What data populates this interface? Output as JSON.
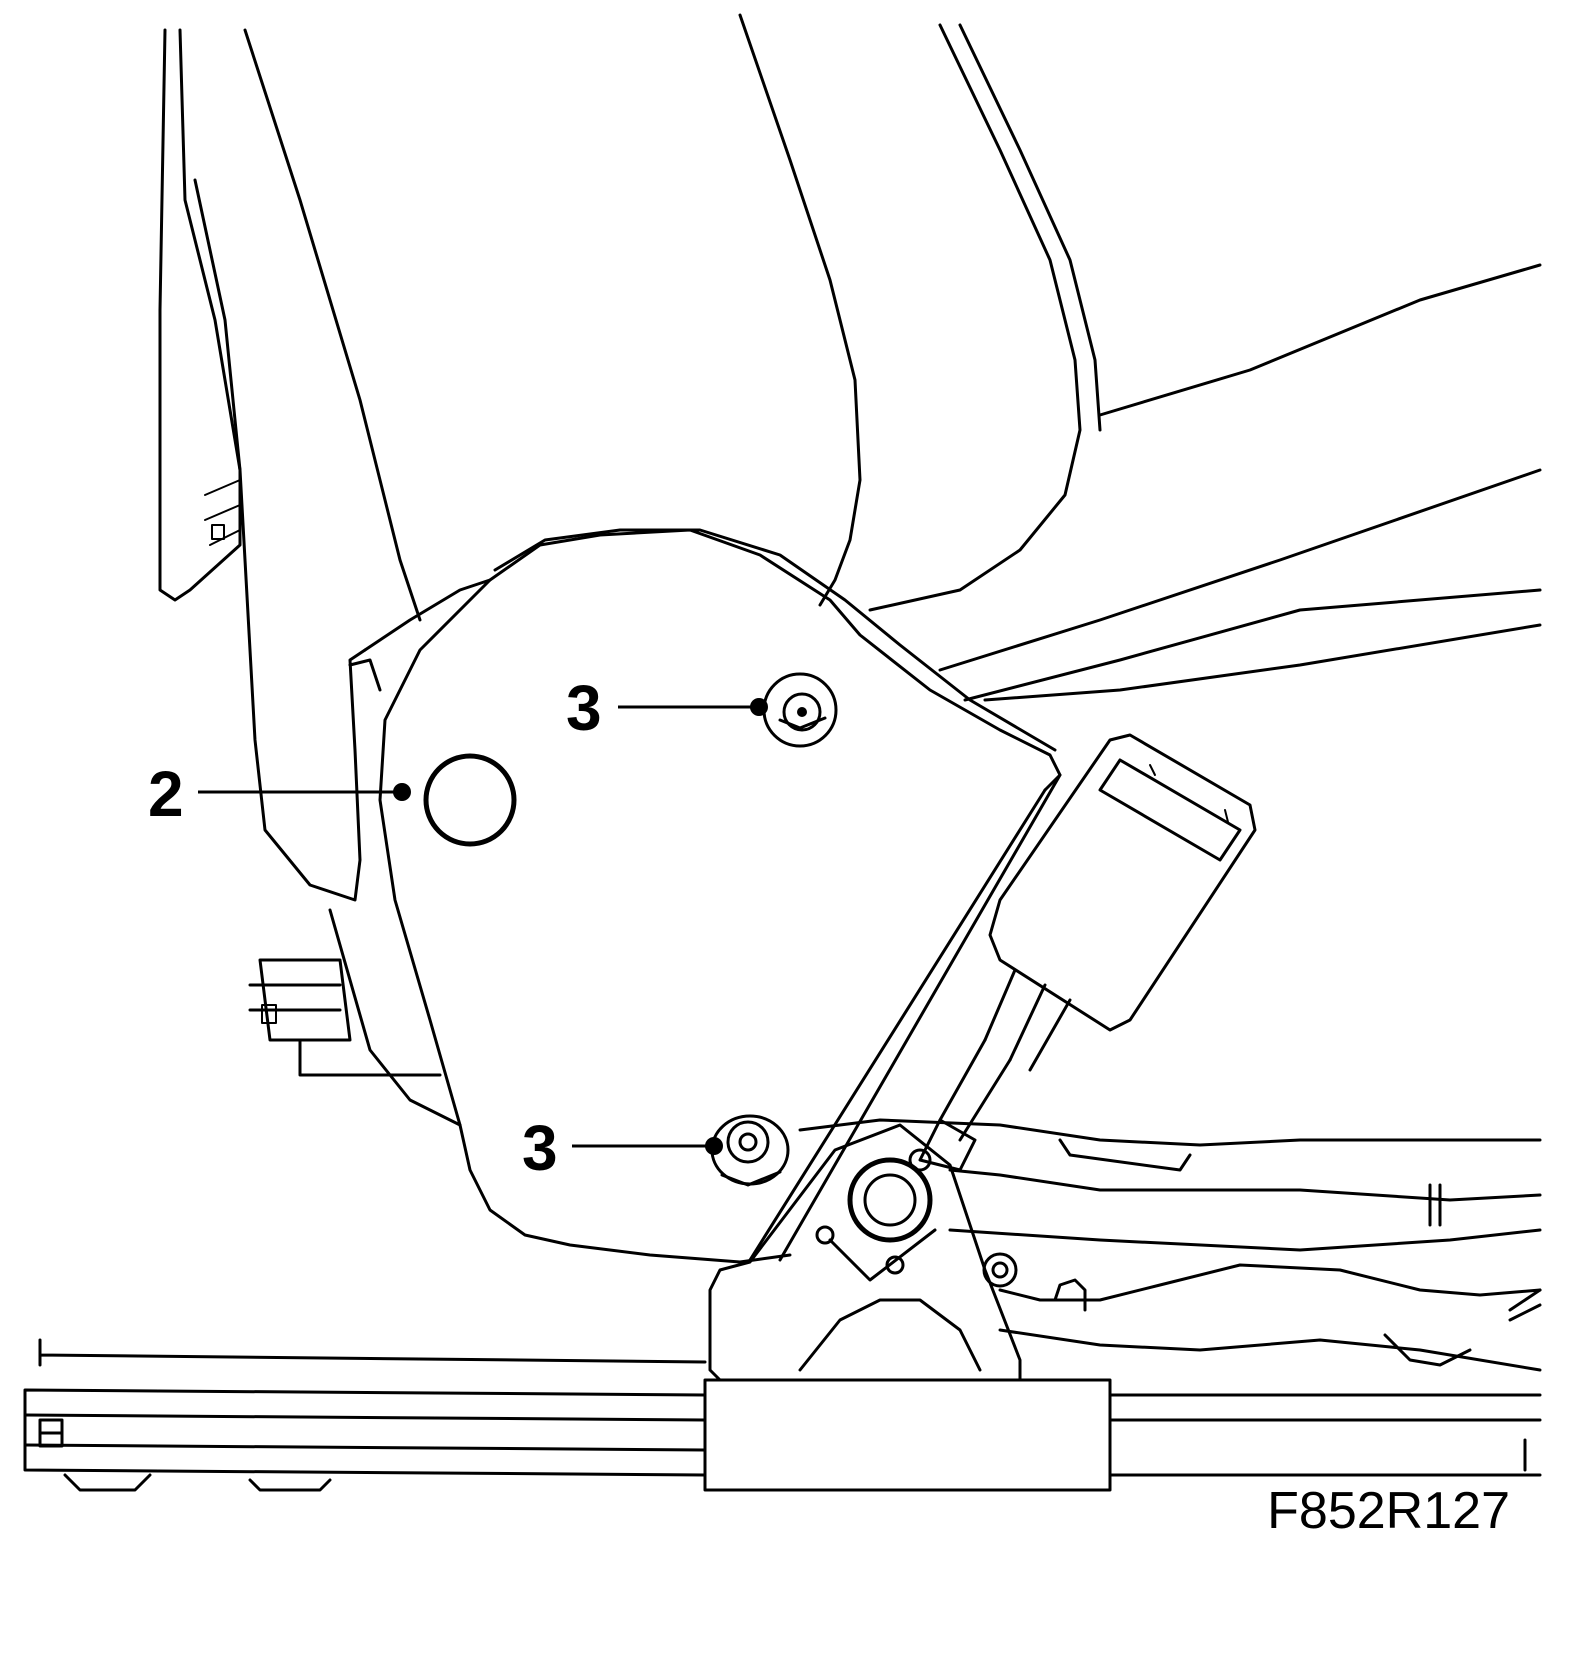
{
  "callouts": [
    {
      "id": "callout-2",
      "label": "2"
    },
    {
      "id": "callout-3-upper",
      "label": "3"
    },
    {
      "id": "callout-3-lower",
      "label": "3"
    }
  ],
  "figure_id": "F852R127",
  "colors": {
    "line": "#000000",
    "background": "#ffffff"
  }
}
